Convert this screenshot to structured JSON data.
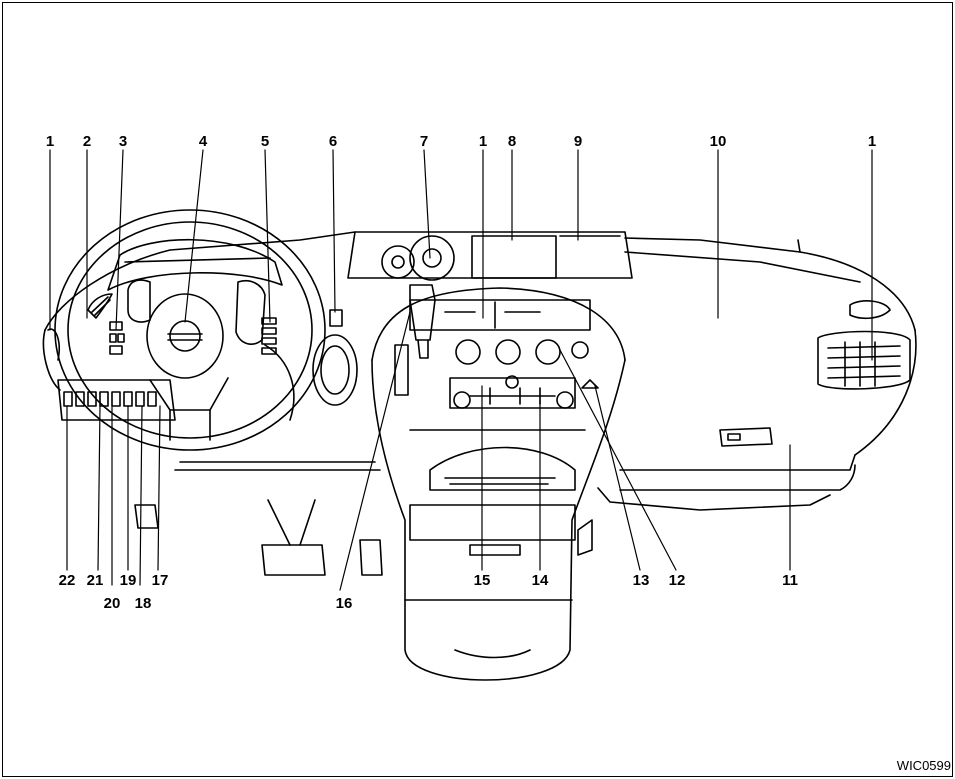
{
  "figure": {
    "code": "WIC0599",
    "callouts_top": [
      "1",
      "2",
      "3",
      "4",
      "5",
      "6",
      "7",
      "1",
      "8",
      "9",
      "10",
      "1"
    ],
    "callouts_bottom": [
      "22",
      "21",
      "20",
      "19",
      "18",
      "17",
      "16",
      "15",
      "14",
      "13",
      "12",
      "11"
    ]
  },
  "colors": {
    "ink": "#000000",
    "paper": "#ffffff"
  }
}
